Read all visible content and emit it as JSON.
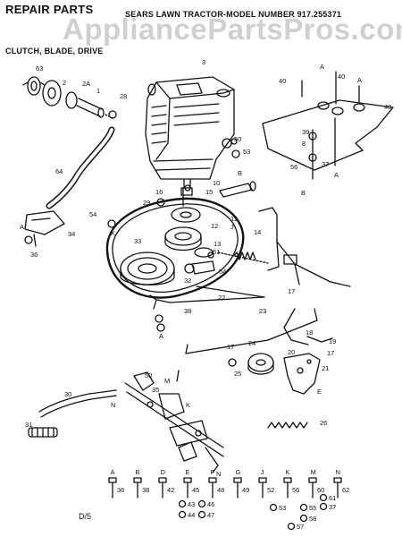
{
  "header": {
    "title": "REPAIR PARTS",
    "model_line": "SEARS LAWN TRACTOR-MODEL NUMBER 917.255371",
    "subtitle": "CLUTCH, BLADE, DRIVE"
  },
  "watermark": "AppliancePartsPros.com",
  "footer": {
    "page_code": "D/5"
  },
  "callouts": {
    "c3": "3",
    "c63": "63",
    "c2": "2",
    "c2A": "2A",
    "c1": "1",
    "c28": "28",
    "c64": "64",
    "c34": "34",
    "c36": "36",
    "c54a": "54",
    "c54b": "54",
    "kA": "K",
    "c29": "29",
    "c16": "16",
    "c15": "15",
    "c10": "10",
    "c11": "11",
    "c14": "14",
    "c12": "12",
    "c13": "13",
    "c61": "61",
    "c33": "33",
    "c32": "32",
    "c22": "22",
    "c23": "23",
    "c38": "38",
    "c18": "18",
    "c17a": "17",
    "c17b": "17",
    "c17c": "17",
    "c19": "19",
    "c20": "20",
    "c21": "21",
    "c24": "24",
    "c25": "25",
    "c26": "26",
    "c30": "30",
    "c31": "31",
    "c35": "35",
    "c50a": "50",
    "c50b": "50",
    "c53": "53",
    "c40a": "40",
    "c40b": "40",
    "c40c": "40",
    "c39": "39",
    "c8": "8",
    "c37": "37",
    "c56": "56",
    "mA": "M",
    "nA": "N",
    "nB": "N",
    "eA": "E",
    "jA": "J",
    "aA": "A",
    "aB": "A",
    "bA": "B",
    "kB": "K",
    "pA": "A",
    "pB": "A",
    "pC": "A",
    "pB2": "B"
  },
  "hardware_legend": [
    {
      "letter": "A",
      "number": "36"
    },
    {
      "letter": "B",
      "number": "38"
    },
    {
      "letter": "D",
      "number": "42"
    },
    {
      "letter": "E",
      "number": "45"
    },
    {
      "letter": "F",
      "number": "48"
    },
    {
      "letter": "G",
      "number": "49"
    },
    {
      "letter": "J",
      "number": "52"
    },
    {
      "letter": "K",
      "number": "56"
    },
    {
      "letter": "M",
      "number": "60"
    },
    {
      "letter": "N",
      "number": "62"
    }
  ],
  "hardware_extra": {
    "n43": "43",
    "n44": "44",
    "n46": "46",
    "n47": "47",
    "n53": "53",
    "n55": "55",
    "n58": "58",
    "n57": "57",
    "n61": "61",
    "n37": "37"
  }
}
